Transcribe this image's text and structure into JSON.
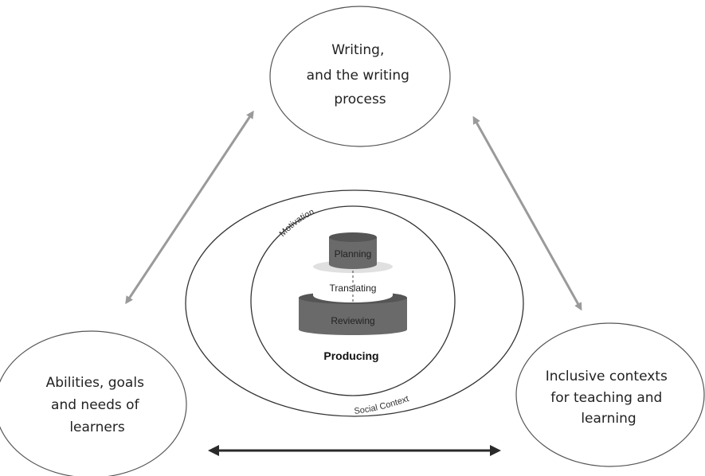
{
  "nodes": {
    "top": {
      "lines": [
        "Writing,",
        "and the writing",
        "process"
      ]
    },
    "left": {
      "lines": [
        "Abilities, goals",
        "and  needs of",
        "learners"
      ]
    },
    "right": {
      "lines": [
        "Inclusive contexts",
        "for teaching and",
        "learning"
      ]
    }
  },
  "center": {
    "motivation": "Motivation",
    "social_context": "Social Context",
    "layers": {
      "planning": "Planning",
      "translating": "Translating",
      "reviewing": "Reviewing"
    },
    "producing": "Producing"
  },
  "colors": {
    "arrow_gray": "#9a9a9a",
    "arrow_black": "#2a2a2a",
    "cylinder_dark": "#666666",
    "cylinder_top": "#555555",
    "outline": "#333333"
  }
}
